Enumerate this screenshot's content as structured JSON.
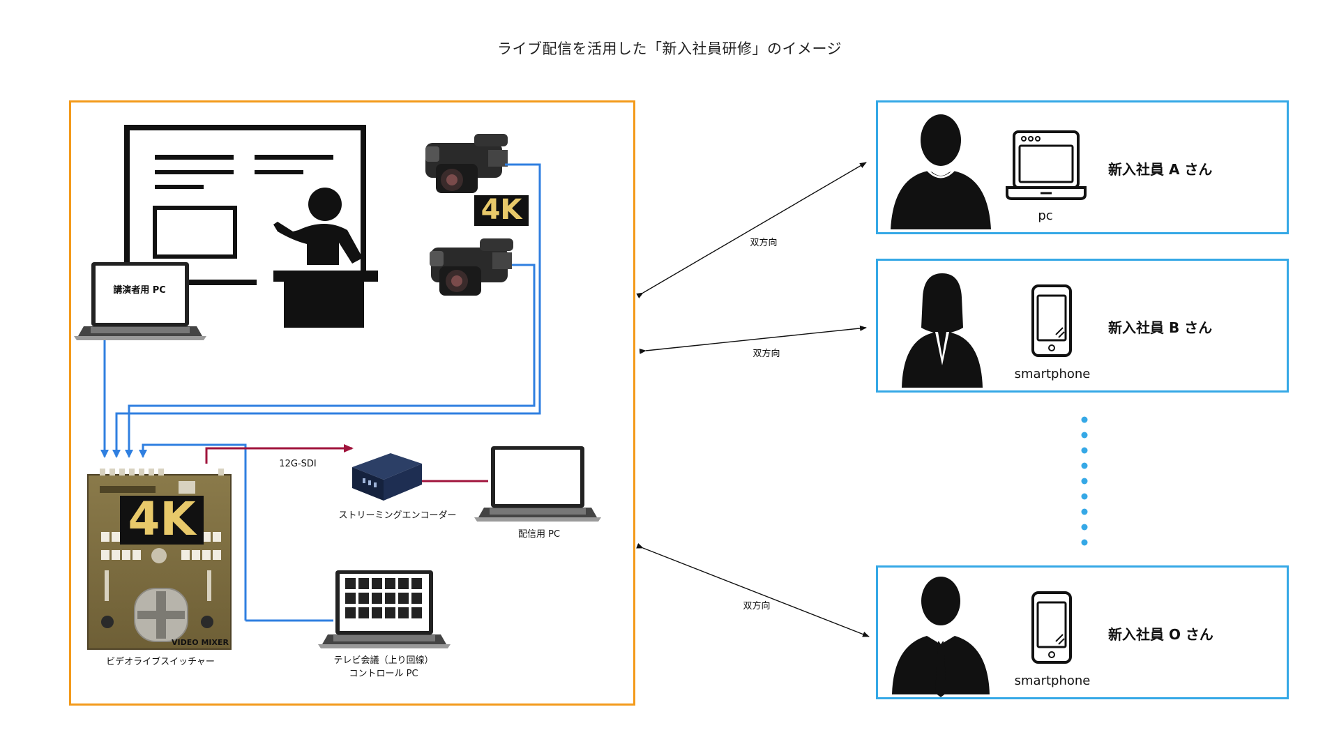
{
  "title": "ライブ配信を活用した「新入社員研修」のイメージ",
  "studio": {
    "lecturer_pc_label": "講演者用 PC",
    "badge_4k": "4K",
    "signal_label": "12G-SDI",
    "encoder_label": "ストリーミングエンコーダー",
    "delivery_pc_label": "配信用 PC",
    "switcher_label": "ビデオライブスイッチャー",
    "switcher_badge": "VIDEO MIXER",
    "conference_pc_label_line1": "テレビ会議（上り回線）",
    "conference_pc_label_line2": "コントロール PC"
  },
  "links": {
    "bidirectional_a": "双方向",
    "bidirectional_b": "双方向",
    "bidirectional_o": "双方向"
  },
  "employees": [
    {
      "name": "新入社員 A さん",
      "device": "pc"
    },
    {
      "name": "新入社員 B さん",
      "device": "smartphone"
    },
    {
      "name": "新入社員 O さん",
      "device": "smartphone"
    }
  ],
  "colors": {
    "studio_border": "#f39a1b",
    "employee_border": "#35a8e6",
    "signal_blue": "#2f7fe0",
    "signal_red": "#a0143c",
    "ellipsis_dots": "#35a8e6"
  }
}
